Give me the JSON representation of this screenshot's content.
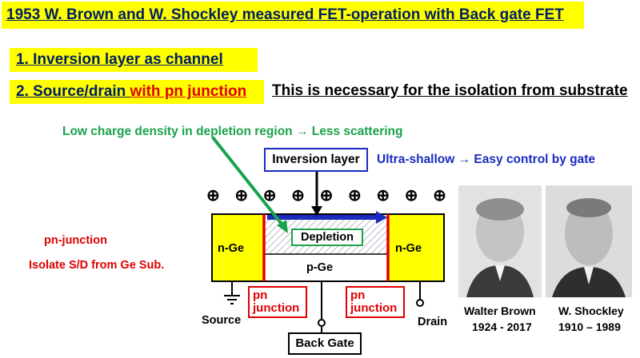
{
  "title": "1953 W. Brown and W. Shockley measured FET-operation with Back gate FET",
  "points": {
    "item1": "1. Inversion layer as channel",
    "item2_prefix": "2. Source/drain ",
    "item2_highlight": "with pn junction",
    "item2_note": "This is necessary for the isolation from substrate"
  },
  "annotations": {
    "green_note": "Low charge density in depletion region → Less scattering",
    "inversion_layer": "Inversion layer",
    "ultra_shallow": "Ultra-shallow → Easy control by gate",
    "pn_junction_label": "pn-junction",
    "isolate_label": "Isolate S/D from Ge Sub."
  },
  "device": {
    "plus_signs": [
      "⊕",
      "⊕",
      "⊕",
      "⊕",
      "⊕",
      "⊕",
      "⊕",
      "⊕",
      "⊕"
    ],
    "left_region": "n-Ge",
    "right_region": "n-Ge",
    "depletion": "Depletion",
    "substrate": "p-Ge",
    "pn_left_line1": "pn",
    "pn_left_line2": "junction",
    "pn_right_line1": "pn",
    "pn_right_line2": "junction",
    "source": "Source",
    "drain": "Drain",
    "back_gate": "Back Gate"
  },
  "people": [
    {
      "name": "Walter Brown",
      "years": "1924 - 2017"
    },
    {
      "name": "W. Shockley",
      "years": "1910 – 1989"
    }
  ],
  "colors": {
    "title_bg": "#ffff00",
    "title_text": "#002060",
    "accent_red": "#e00000",
    "accent_blue": "#1a2bbf",
    "accent_green": "#1aa34a"
  }
}
